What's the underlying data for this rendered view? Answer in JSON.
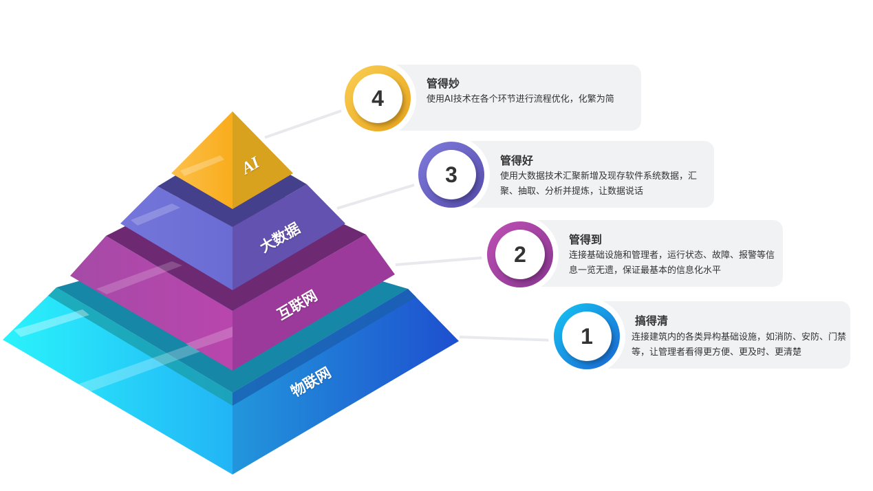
{
  "pyramid": {
    "tiers": [
      {
        "label": "AI",
        "colors": [
          "#fbb52a",
          "#d8a21e",
          "#b98a14"
        ]
      },
      {
        "label": "大数据",
        "colors": [
          "#6b70d8",
          "#6452b0",
          "#45408c"
        ]
      },
      {
        "label": "互联网",
        "colors": [
          "#b247aa",
          "#9b3a9b",
          "#6d2a73"
        ]
      },
      {
        "label": "物联网",
        "colors": [
          "#27eefb",
          "#1f55d0",
          "#1a8fb0"
        ]
      }
    ]
  },
  "levels": [
    {
      "number": "4",
      "title": "管得妙",
      "desc": "使用AI技术在各个环节进行流程优化，化繁为简",
      "ring": [
        "#f7c64a",
        "#e9a51c"
      ]
    },
    {
      "number": "3",
      "title": "管得好",
      "desc": "使用大数据技术汇聚新增及现存软件系统数据，汇聚、抽取、分析并提炼，让数据说话",
      "ring": [
        "#7b78d9",
        "#5a4fb0"
      ]
    },
    {
      "number": "2",
      "title": "管得到",
      "desc": "连接基础设施和管理者，运行状态、故障、报警等信息一览无遗，保证最基本的信息化水平",
      "ring": [
        "#b84cb0",
        "#8e3a92"
      ]
    },
    {
      "number": "1",
      "title": "搞得清",
      "desc": "连接建筑内的各类异构基础设施，如消防、安防、门禁等，让管理者看得更方便、更及时、更清楚",
      "ring": [
        "#19b9f0",
        "#1a6fd6"
      ]
    }
  ]
}
